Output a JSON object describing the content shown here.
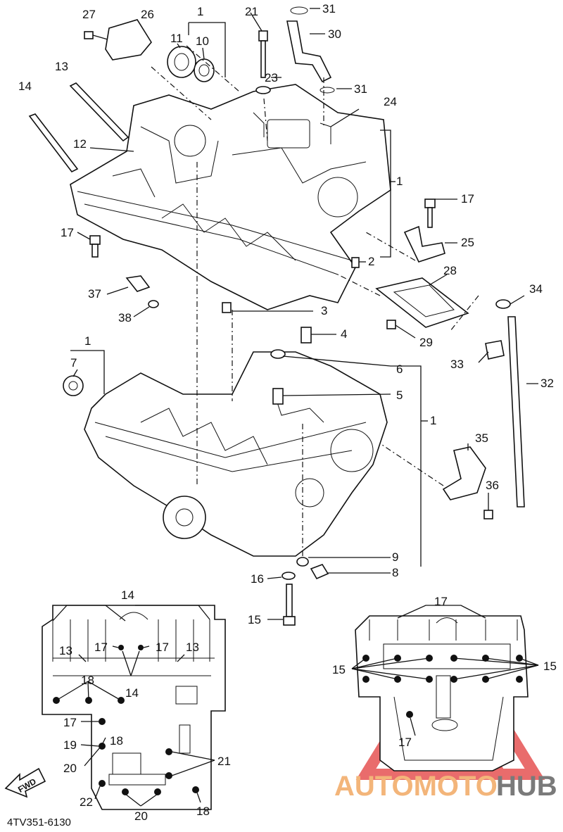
{
  "diagram": {
    "code": "4TV351-6130",
    "fwd_label": "FWD",
    "watermark": {
      "text_a": "AUTOMOTO",
      "text_b": "HUB",
      "color_a": "#f3b57a",
      "color_b": "#7a7a7a",
      "logo_color": "#e23b3b"
    }
  },
  "callouts": {
    "c27": "27",
    "c26": "26",
    "c1a": "1",
    "c11": "11",
    "c10": "10",
    "c21": "21",
    "c31a": "31",
    "c30": "30",
    "c13": "13",
    "c14": "14",
    "c23": "23",
    "c31b": "31",
    "c24": "24",
    "c12": "12",
    "c1b": "1",
    "c17a": "17",
    "c17b": "17",
    "c25": "25",
    "c2": "2",
    "c28": "28",
    "c34": "34",
    "c37": "37",
    "c3": "3",
    "c38": "38",
    "c4": "4",
    "c29": "29",
    "c1c": "1",
    "c7": "7",
    "c6": "6",
    "c33": "33",
    "c32": "32",
    "c5": "5",
    "c1d": "1",
    "c35": "35",
    "c36": "36",
    "c9": "9",
    "c8": "8",
    "c16": "16",
    "c15": "15"
  },
  "left_inset": {
    "l14a": "14",
    "l13a": "13",
    "l17a": "17",
    "l17b": "17",
    "l13b": "13",
    "l18a": "18",
    "l14b": "14",
    "l17c": "17",
    "l18b": "18",
    "l19": "19",
    "l20a": "20",
    "l21": "21",
    "l22": "22",
    "l20b": "20",
    "l18c": "18"
  },
  "right_inset": {
    "r17a": "17",
    "r15a": "15",
    "r15b": "15",
    "r17b": "17"
  }
}
